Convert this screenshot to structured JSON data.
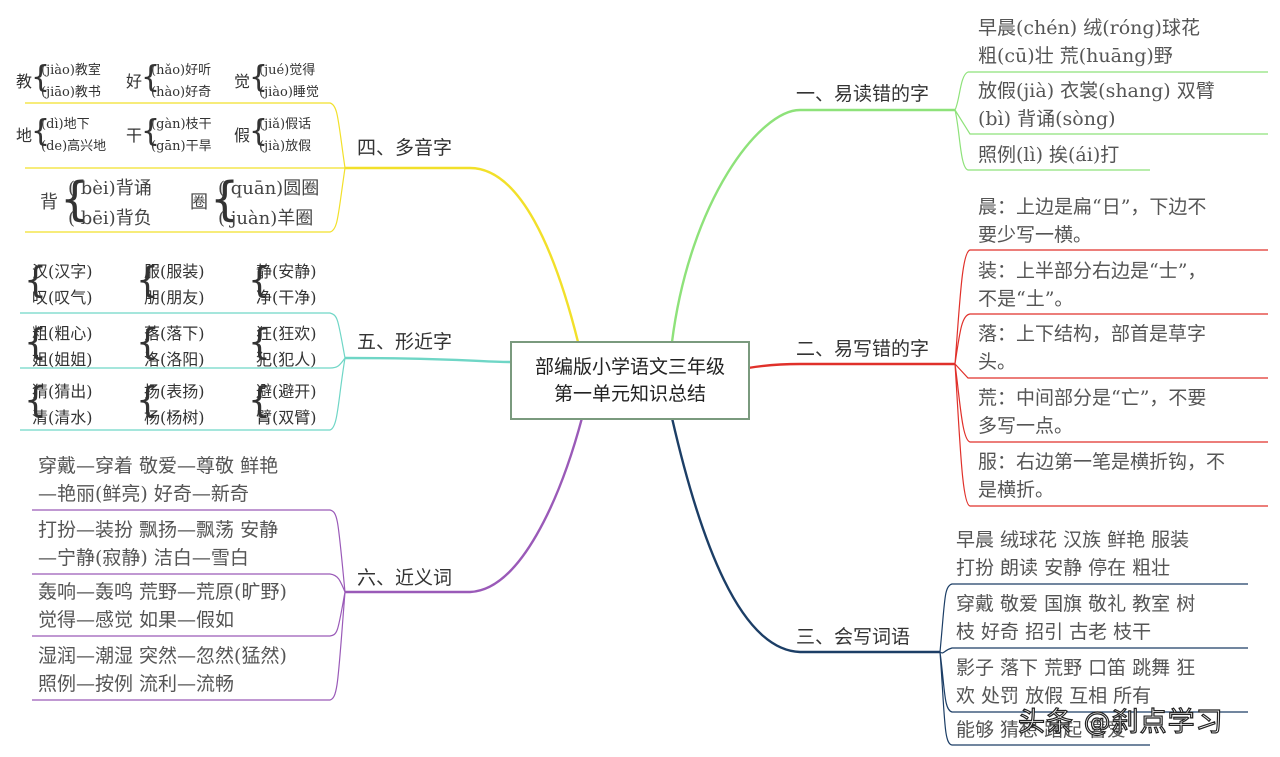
{
  "center": {
    "line1": "部编版小学语文三年级",
    "line2": "第一单元知识总结"
  },
  "branches": {
    "b1": "一、易读错的字",
    "b2": "二、易写错的字",
    "b3": "三、会写词语",
    "b4": "四、多音字",
    "b5": "五、形近字",
    "b6": "六、近义词"
  },
  "b1_items": [
    {
      "l1": "早晨(chén)      绒(róng)球花",
      "l2": "粗(cū)壮  荒(huāng)野"
    },
    {
      "l1": "放假(jià)  衣裳(shang)   双臂",
      "l2": "(bì)  背诵(sòng)"
    },
    {
      "l1": "照例(lì)    挨(ái)打"
    }
  ],
  "b2_items": [
    {
      "l1": "晨：上边是扁“日”，下边不",
      "l2": "要少写一横。"
    },
    {
      "l1": "装：上半部分右边是“士”，",
      "l2": "不是“土”。"
    },
    {
      "l1": "落：上下结构，部首是草字",
      "l2": "头。"
    },
    {
      "l1": "荒：中间部分是“亡”，不要",
      "l2": "多写一点。"
    },
    {
      "l1": "服：右边第一笔是横折钩，不",
      "l2": "是横折。"
    }
  ],
  "b3_items": [
    {
      "l1": "早晨 绒球花 汉族 鲜艳 服装",
      "l2": "打扮 朗读 安静 停在 粗壮"
    },
    {
      "l1": "穿戴 敬爱 国旗 敬礼 教室 树",
      "l2": "枝 好奇 招引 古老 枝干"
    },
    {
      "l1": "影子 落下 荒野 口笛 跳舞 狂",
      "l2": "欢 处罚 放假 互相 所有"
    },
    {
      "l1": "能够 猜想 踏起 喜爱"
    }
  ],
  "b4_small": [
    {
      "char": "教",
      "a": "(jiào)教室",
      "b": "(jiāo)教书"
    },
    {
      "char": "好",
      "a": "(hǎo)好听",
      "b": "(hào)好奇"
    },
    {
      "char": "觉",
      "a": "(jué)觉得",
      "b": "(jiào)睡觉"
    },
    {
      "char": "地",
      "a": "(dì)地下",
      "b": "(de)高兴地"
    },
    {
      "char": "干",
      "a": "(gàn)枝干",
      "b": "(gān)干旱"
    },
    {
      "char": "假",
      "a": "(jiǎ)假话",
      "b": "(jià)放假"
    }
  ],
  "b4_large": [
    {
      "char": "背",
      "a": "( bèi)背诵",
      "b": "( bēi)背负"
    },
    {
      "char": "圈",
      "a": "( quān)圆圈",
      "b": "( juàn)羊圈"
    }
  ],
  "b5_rows": [
    [
      {
        "a": "汉(汉字)",
        "b": "叹(叹气)"
      },
      {
        "a": "服(服装)",
        "b": "朋(朋友)"
      },
      {
        "a": "静(安静)",
        "b": "净(干净)"
      }
    ],
    [
      {
        "a": "粗(粗心)",
        "b": "姐(姐姐)"
      },
      {
        "a": "落(落下)",
        "b": "洛(洛阳)"
      },
      {
        "a": "狂(狂欢)",
        "b": "犯(犯人)"
      }
    ],
    [
      {
        "a": "猜(猜出)",
        "b": "清(清水)"
      },
      {
        "a": "扬(表扬)",
        "b": "杨(杨树)"
      },
      {
        "a": "避(避开)",
        "b": "臂(双臂)"
      }
    ]
  ],
  "b6_items": [
    {
      "l1": "穿戴—穿着 敬爱—尊敬 鲜艳",
      "l2": "—艳丽(鲜亮) 好奇—新奇"
    },
    {
      "l1": "打扮—装扮 飘扬—飘荡 安静",
      "l2": "—宁静(寂静) 洁白—雪白"
    },
    {
      "l1": "轰响—轰鸣 荒野—荒原(旷野)",
      "l2": "觉得—感觉 如果—假如"
    },
    {
      "l1": "湿润—潮湿 突然—忽然(猛然)",
      "l2": "照例—按例 流利—流畅"
    }
  ],
  "watermark": "头条 @刹点学习",
  "colors": {
    "b1": "#8ee27a",
    "b2": "#e0302a",
    "b3": "#1c3e66",
    "b4": "#f2e02a",
    "b5": "#6fd6c6",
    "b6": "#9a5ab8"
  }
}
